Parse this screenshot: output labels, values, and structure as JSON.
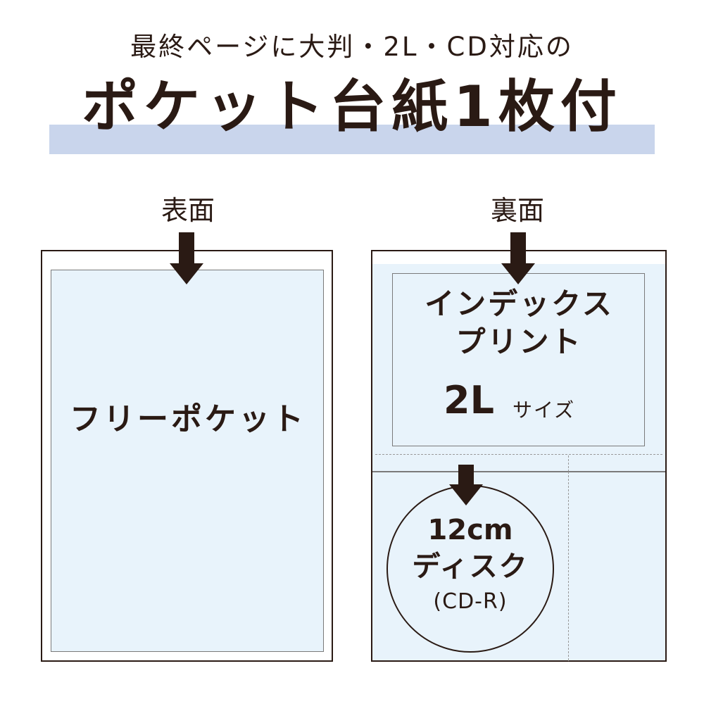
{
  "header": {
    "subtitle": "最終ページに大判・2L・CD対応の",
    "title": "ポケット台紙1枚付"
  },
  "front": {
    "label": "表面",
    "pocket_text": "フリーポケット"
  },
  "back": {
    "label": "裏面",
    "index_line1": "インデックス",
    "index_line2": "プリント",
    "size_value": "2L",
    "size_unit": "サイズ",
    "disc_line1": "12cm",
    "disc_line2": "ディスク",
    "disc_line3": "(CD-R)"
  },
  "colors": {
    "ink": "#2a1a14",
    "band": "#c9d5ec",
    "pocket_fill": "#e8f3fb"
  }
}
